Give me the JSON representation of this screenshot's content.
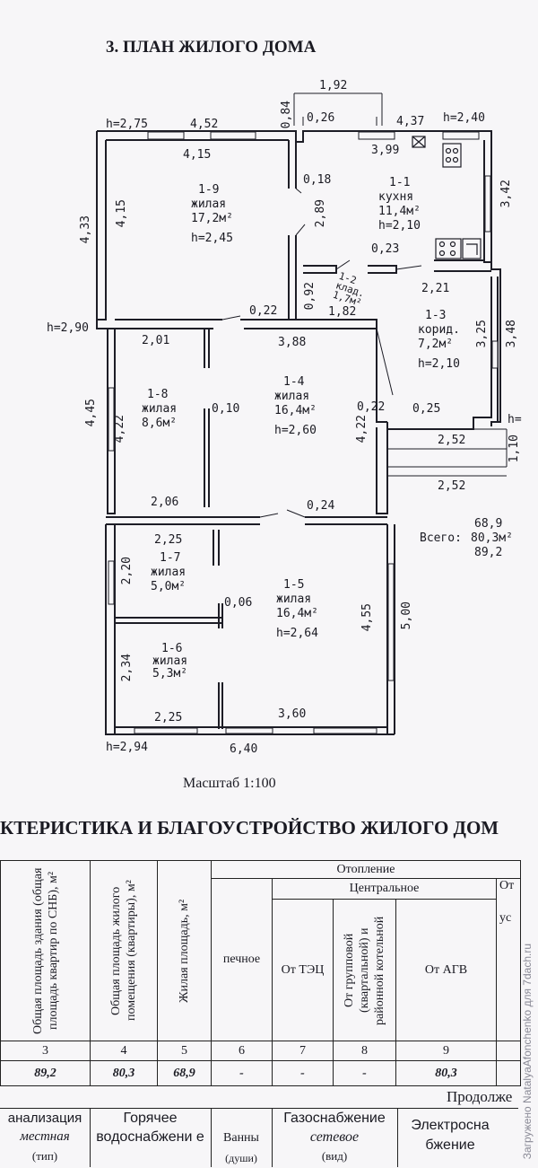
{
  "section_title": "3. ПЛАН ЖИЛОГО ДОМА",
  "scale": "Масштаб 1:100",
  "spec_title": "КТЕРИСТИКА И БЛАГОУСТРОЙСТВО ЖИЛОГО ДОМ",
  "totals": {
    "label": "Всего:",
    "values": [
      "68,9",
      "80,3м²",
      "89,2"
    ]
  },
  "rooms": [
    {
      "id": "1-9",
      "name": "жилая",
      "area": "17,2м²",
      "height": "h=2,45"
    },
    {
      "id": "1-1",
      "name": "кухня",
      "area": "11,4м²",
      "height": "h=2,10"
    },
    {
      "id": "1-2",
      "name": "клад.",
      "area": "1,7м²"
    },
    {
      "id": "1-3",
      "name": "корид.",
      "area": "7,2м²",
      "height": "h=2,10"
    },
    {
      "id": "1-4",
      "name": "жилая",
      "area": "16,4м²",
      "height": "h=2,60"
    },
    {
      "id": "1-8",
      "name": "жилая",
      "area": "8,6м²"
    },
    {
      "id": "1-7",
      "name": "жилая",
      "area": "5,0м²"
    },
    {
      "id": "1-5",
      "name": "жилая",
      "area": "16,4м²",
      "height": "h=2,64"
    },
    {
      "id": "1-6",
      "name": "жилая",
      "area": "5,3м²"
    }
  ],
  "dimensions": {
    "top_1_92": "1,92",
    "h_2_75": "h=2,75",
    "d_4_52": "4,52",
    "d_0_84": "0,84",
    "d_0_26": "0,26",
    "d_4_37": "4,37",
    "h_2_40": "h=2,40",
    "d_4_15a": "4,15",
    "d_3_99": "3,99",
    "d_3_42": "3,42",
    "d_4_33": "4,33",
    "d_4_15b": "4,15",
    "d_0_18": "0,18",
    "d_2_89": "2,89",
    "d_0_23": "0,23",
    "d_2_21": "2,21",
    "d_0_92": "0,92",
    "d_1_82": "1,82",
    "d_0_22a": "0,22",
    "h_2_90": "h=2,90",
    "d_2_01": "2,01",
    "d_3_88": "3,88",
    "d_3_25": "3,25",
    "d_3_48": "3,48",
    "d_0_10": "0,10",
    "d_0_22b": "0,22",
    "d_0_25": "0,25",
    "d_4_45": "4,45",
    "d_4_22a": "4,22",
    "d_4_22b": "4,22",
    "d_2_52a": "2,52",
    "d_1_10": "1,10",
    "d_2_52b": "2,52",
    "d_h_right": "h=",
    "d_2_06": "2,06",
    "d_0_24": "0,24",
    "d_2_25a": "2,25",
    "d_2_20": "2,20",
    "d_0_06": "0,06",
    "d_4_55": "4,55",
    "d_5_00": "5,00",
    "d_2_34": "2,34",
    "d_2_25b": "2,25",
    "d_3_60": "3,60",
    "h_2_94": "h=2,94",
    "d_6_40": "6,40"
  },
  "table": {
    "col_headers": [
      "Общая площадь здания (общая площадь квартир по СНБ), м²",
      "Общая площадь жилого помещения (квартиры), м²",
      "Жилая площадь, м²"
    ],
    "heating": "Отопление",
    "central": "Центральное",
    "stove": "печное",
    "tec": "От ТЭЦ",
    "group": "От групповой (квартальной) и районной котельной",
    "agv": "От АГВ",
    "cut_top": "От",
    "cut_mid": "ус",
    "numbers": [
      "3",
      "4",
      "5",
      "6",
      "7",
      "8",
      "9"
    ],
    "values": [
      "89,2",
      "80,3",
      "68,9",
      "-",
      "-",
      "-",
      "80,3"
    ],
    "continued": "Продолже",
    "bottom": {
      "sewer": "анализация",
      "sewer_val": "местная",
      "sewer_type": "(тип)",
      "hot_water": "Горячее водоснабжени е",
      "baths": "Ванны",
      "baths_sub": "(души)",
      "gas": "Газоснабжение",
      "gas_val": "сетевое",
      "gas_type": "(вид)",
      "electric": "Электросна бжение"
    }
  },
  "watermark": "Загружено NatalyaAfonchenko для 7dach.ru"
}
